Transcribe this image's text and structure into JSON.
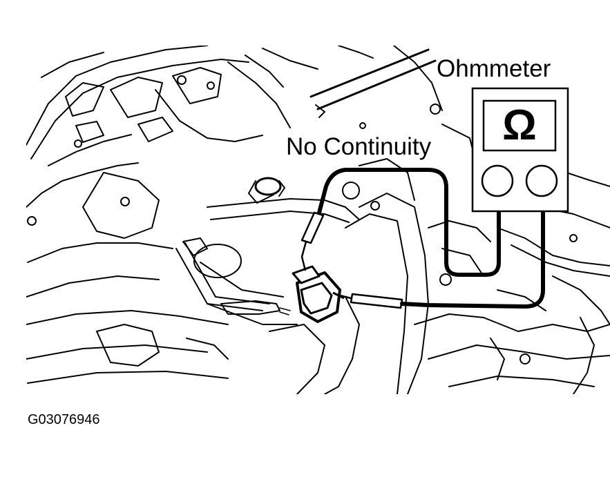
{
  "labels": {
    "meter": "Ohmmeter",
    "result": "No Continuity",
    "figure_code": "G03076946"
  },
  "meter": {
    "symbol": "Ω"
  },
  "colors": {
    "ink": "#000000",
    "background": "#ffffff"
  }
}
